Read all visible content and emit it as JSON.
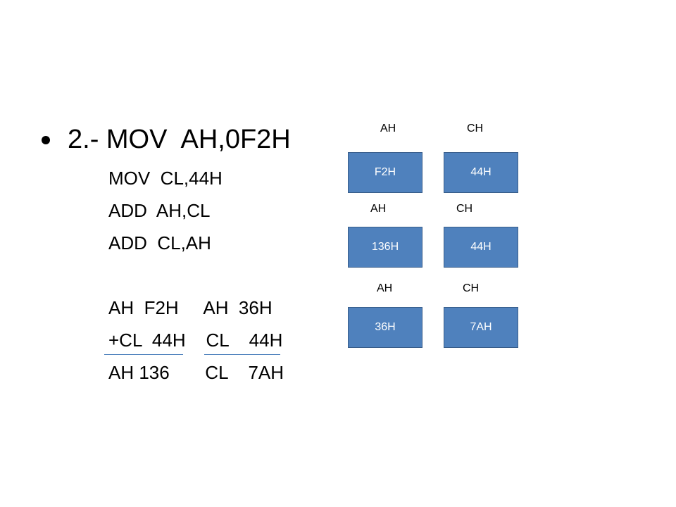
{
  "bullet": {
    "heading": "2.- MOV  AH,0F2H"
  },
  "code_lines": [
    "MOV  CL,44H",
    "ADD  AH,CL",
    "ADD  CL,AH",
    "AH  F2H     AH  36H",
    "+CL  44H    CL    44H",
    "AH 136       CL    7AH"
  ],
  "registers": [
    {
      "label_left": "AH",
      "label_right": "CH",
      "value_left": "F2H",
      "value_right": "44H"
    },
    {
      "label_left": "AH",
      "label_right": "CH",
      "value_left": "136H",
      "value_right": "44H"
    },
    {
      "label_left": "AH",
      "label_right": "CH",
      "value_left": "36H",
      "value_right": "7AH"
    }
  ],
  "colors": {
    "box_fill": "#4f81bd",
    "box_border": "#385d8a",
    "underline": "#4a7ebb"
  }
}
